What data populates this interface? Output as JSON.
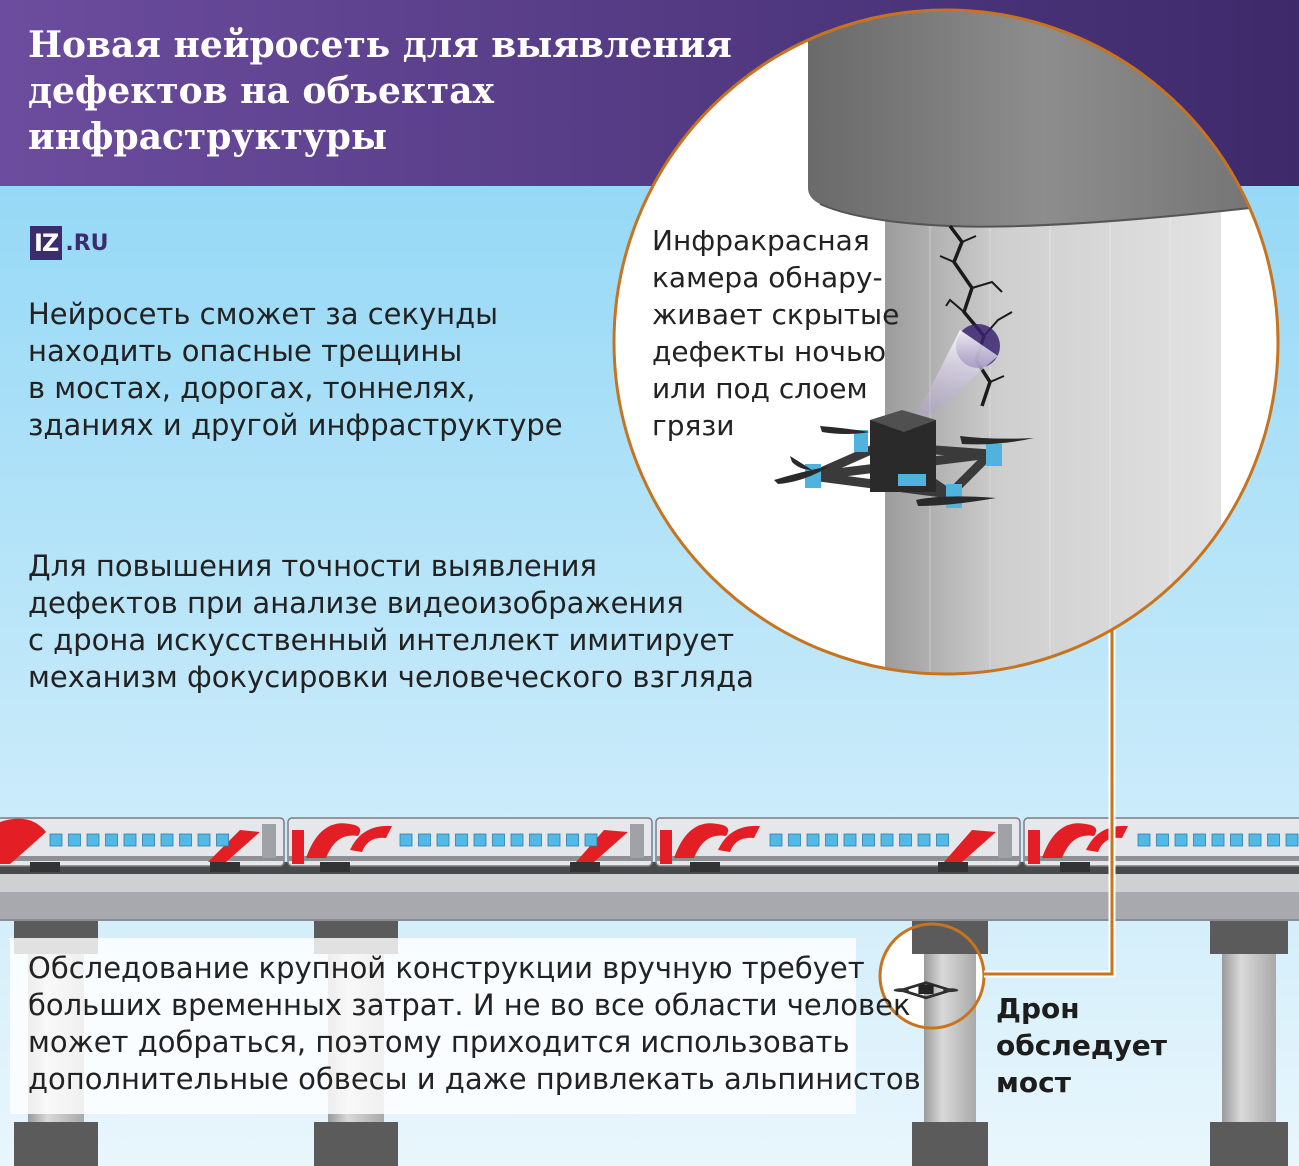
{
  "header": {
    "title_lines": [
      "Новая нейросеть для выявления",
      "дефектов на объектах",
      "инфраструктуры"
    ]
  },
  "logo": {
    "mark": "IZ",
    "suffix": ".RU"
  },
  "texts": {
    "intro": [
      "Нейросеть сможет за секунды",
      "находить опасные трещины",
      "в мостах, дорогах, тоннелях,",
      "зданиях и другой инфраструктуре"
    ],
    "accuracy": [
      "Для повышения точности выявления",
      "дефектов при анализе видеоизображения",
      "с дрона искусственный интеллект имитирует",
      "механизм фокусировки человеческого взгляда"
    ],
    "camera": [
      "Инфракрасная",
      "камера обнару-",
      "живает скрытые",
      "дефекты ночью",
      "или под слоем",
      "грязи"
    ],
    "manual": [
      "Обследование крупной конструкции вручную требует",
      "больших временных затрат. И не во все области человек",
      "может добраться, поэтому приходится использовать",
      "дополнительные обвесы и даже привлекать альпинистов"
    ],
    "drone_caption": [
      "Дрон",
      "обследует",
      "мост"
    ]
  },
  "colors": {
    "header_start": "#6c4c9e",
    "header_end": "#3d2a6b",
    "sky_top": "#86d3f5",
    "sky_bottom": "#e6f5fc",
    "callout": "#c8731e",
    "logo": "#3b2c6e",
    "train_red": "#e31e24"
  }
}
